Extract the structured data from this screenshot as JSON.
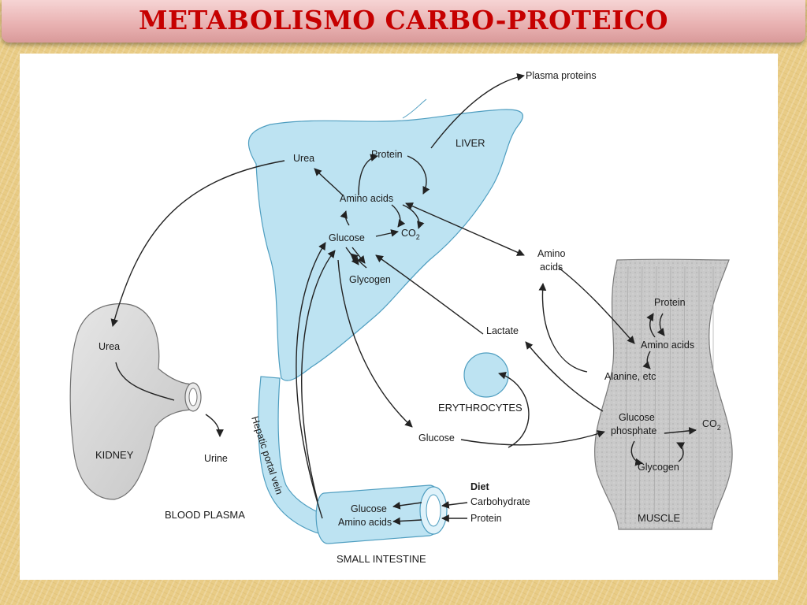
{
  "title": "METABOLISMO CARBO-PROTEICO",
  "diagram": {
    "organs": {
      "liver": "LIVER",
      "kidney": "KIDNEY",
      "muscle": "MUSCLE",
      "erythrocytes": "ERYTHROCYTES",
      "small_intestine": "SMALL INTESTINE",
      "blood_plasma": "BLOOD PLASMA",
      "hepatic_portal_vein": "Hepatic portal vein"
    },
    "liver": {
      "urea": "Urea",
      "protein": "Protein",
      "amino_acids": "Amino acids",
      "glucose": "Glucose",
      "co2": "CO",
      "co2_sub": "2",
      "glycogen": "Glycogen"
    },
    "plasma": {
      "plasma_proteins": "Plasma proteins",
      "amino_acids_line1": "Amino",
      "amino_acids_line2": "acids",
      "lactate": "Lactate",
      "glucose": "Glucose",
      "urine": "Urine"
    },
    "kidney": {
      "urea": "Urea"
    },
    "muscle": {
      "protein": "Protein",
      "amino_acids": "Amino acids",
      "alanine": "Alanine, etc",
      "glucose_phosphate_line1": "Glucose",
      "glucose_phosphate_line2": "phosphate",
      "co2": "CO",
      "co2_sub": "2",
      "glycogen": "Glycogen"
    },
    "intestine": {
      "glucose": "Glucose",
      "amino_acids": "Amino acids"
    },
    "diet": {
      "heading": "Diet",
      "carbohydrate": "Carbohydrate",
      "protein": "Protein"
    }
  }
}
